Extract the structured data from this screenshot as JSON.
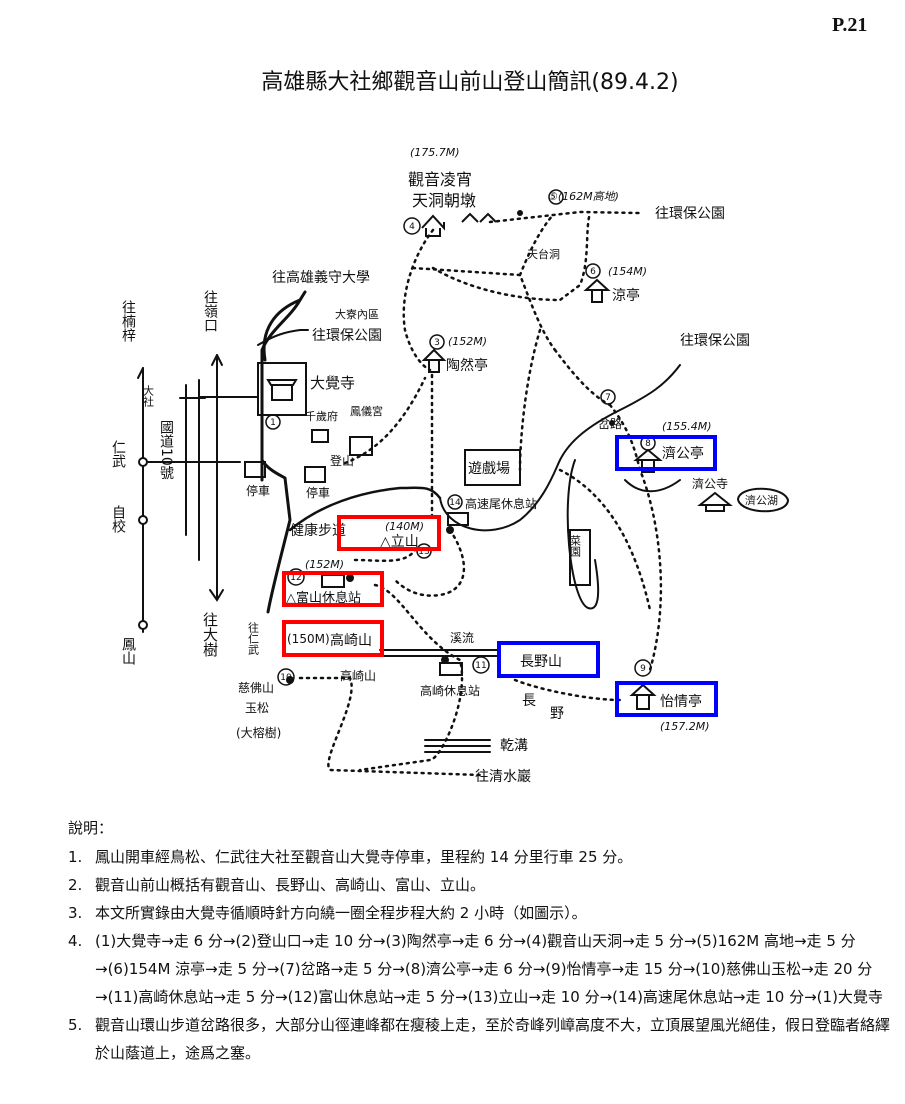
{
  "page_number": "P.21",
  "title": "高雄縣大社鄉觀音山前山登山簡訊(89.4.2)",
  "map": {
    "peak_elev": "(175.7M)",
    "peak_name_1": "觀音凌宵",
    "peak_name_2": "天洞朝墩",
    "peak_no": "4",
    "highland": "⑤(162M高地)",
    "to_eco_park_1": "往環保公園",
    "tiantai_cave": "天台洞",
    "pavilion6_elev": "(154M)",
    "pavilion6_no": "6",
    "pavilion6": "涼亭",
    "taoran_no": "3",
    "taoran_elev": "(152M)",
    "taoran": "陶然亭",
    "to_isu": "往高雄義守大學",
    "daliao_1": "大寮內區",
    "to_eco_park_2": "往環保公園",
    "to_nanzi": "往楠梓",
    "to_lingkou": "往嶺口",
    "dajue_temple": "大覺寺",
    "dajue_no": "1",
    "qiansui": "千歲府",
    "fengyi": "鳳儀宮",
    "trailhead": "登山",
    "freeway": "國道10號",
    "dashe": "大社",
    "renwu": "仁武",
    "school": "自校",
    "fengshan": "鳳山",
    "to_dashu": "往大樹",
    "parking1": "停車",
    "parking2": "停車",
    "playground": "遊戲場",
    "fork_no": "7",
    "fork": "岔路",
    "to_eco_park_3": "往環保公園",
    "jigong_elev": "(155.4M)",
    "jigong_no": "8",
    "jigong_pavilion": "濟公亭",
    "jigong_temple": "濟公寺",
    "jigong_lake": "濟公湖",
    "health_trail": "健康步道",
    "gaosu_no": "14",
    "gaosu": "高速尾休息站",
    "lishan_elev": "(140M)",
    "lishan": "△立山",
    "lishan_no": "13",
    "fushan_elev": "(152M)",
    "fushan_no": "12",
    "fushan": "△富山休息站",
    "to_renwu": "往仁武",
    "gaoqi_elev": "(150M)",
    "gaoqi_peak": "高崎山",
    "stream": "溪流",
    "changye_peak": "長野山",
    "gaoqi_rest_no": "11",
    "gaoqi_rest": "高崎休息站",
    "gaoqi_label": "高崎山",
    "cifo_no": "10",
    "cifo_1": "慈佛山",
    "cifo_2": "玉松",
    "cifo_3": "(大榕樹)",
    "yiqing_no": "9",
    "yiqing": "怡情亭",
    "yiqing_elev": "(157.2M)",
    "changye_1": "長",
    "changye_2": "野",
    "dry_ditch": "乾溝",
    "to_qingshui": "往清水巖",
    "farm": "菜園"
  },
  "highlight_colors": {
    "red": "#ff0000",
    "blue": "#0000ff"
  },
  "notes": {
    "heading": "說明：",
    "items": [
      {
        "n": "1.",
        "text": "鳳山開車經鳥松、仁武往大社至觀音山大覺寺停車，里程約 14 分里行車 25 分。"
      },
      {
        "n": "2.",
        "text": "觀音山前山概括有觀音山、長野山、高崎山、富山、立山。"
      },
      {
        "n": "3.",
        "text": "本文所實錄由大覺寺循順時針方向繞一圈全程步程大約 2 小時（如圖示）。"
      },
      {
        "n": "4.",
        "text": "(1)大覺寺→走 6 分→(2)登山口→走 10 分→(3)陶然亭→走 6 分→(4)觀音山天洞→走 5 分→(5)162M 高地→走 5 分→(6)154M 涼亭→走 5 分→(7)岔路→走 5 分→(8)濟公亭→走 6 分→(9)怡情亭→走 15 分→(10)慈佛山玉松→走 20 分→(11)高崎休息站→走 5 分→(12)富山休息站→走 5 分→(13)立山→走 10 分→(14)高速尾休息站→走 10 分→(1)大覺寺"
      },
      {
        "n": "5.",
        "text": "觀音山環山步道岔路很多，大部分山徑連峰都在瘦稜上走，至於奇峰列嶂高度不大，立頂展望風光絕佳，假日登臨者絡繹於山蔭道上，途爲之塞。"
      }
    ]
  }
}
